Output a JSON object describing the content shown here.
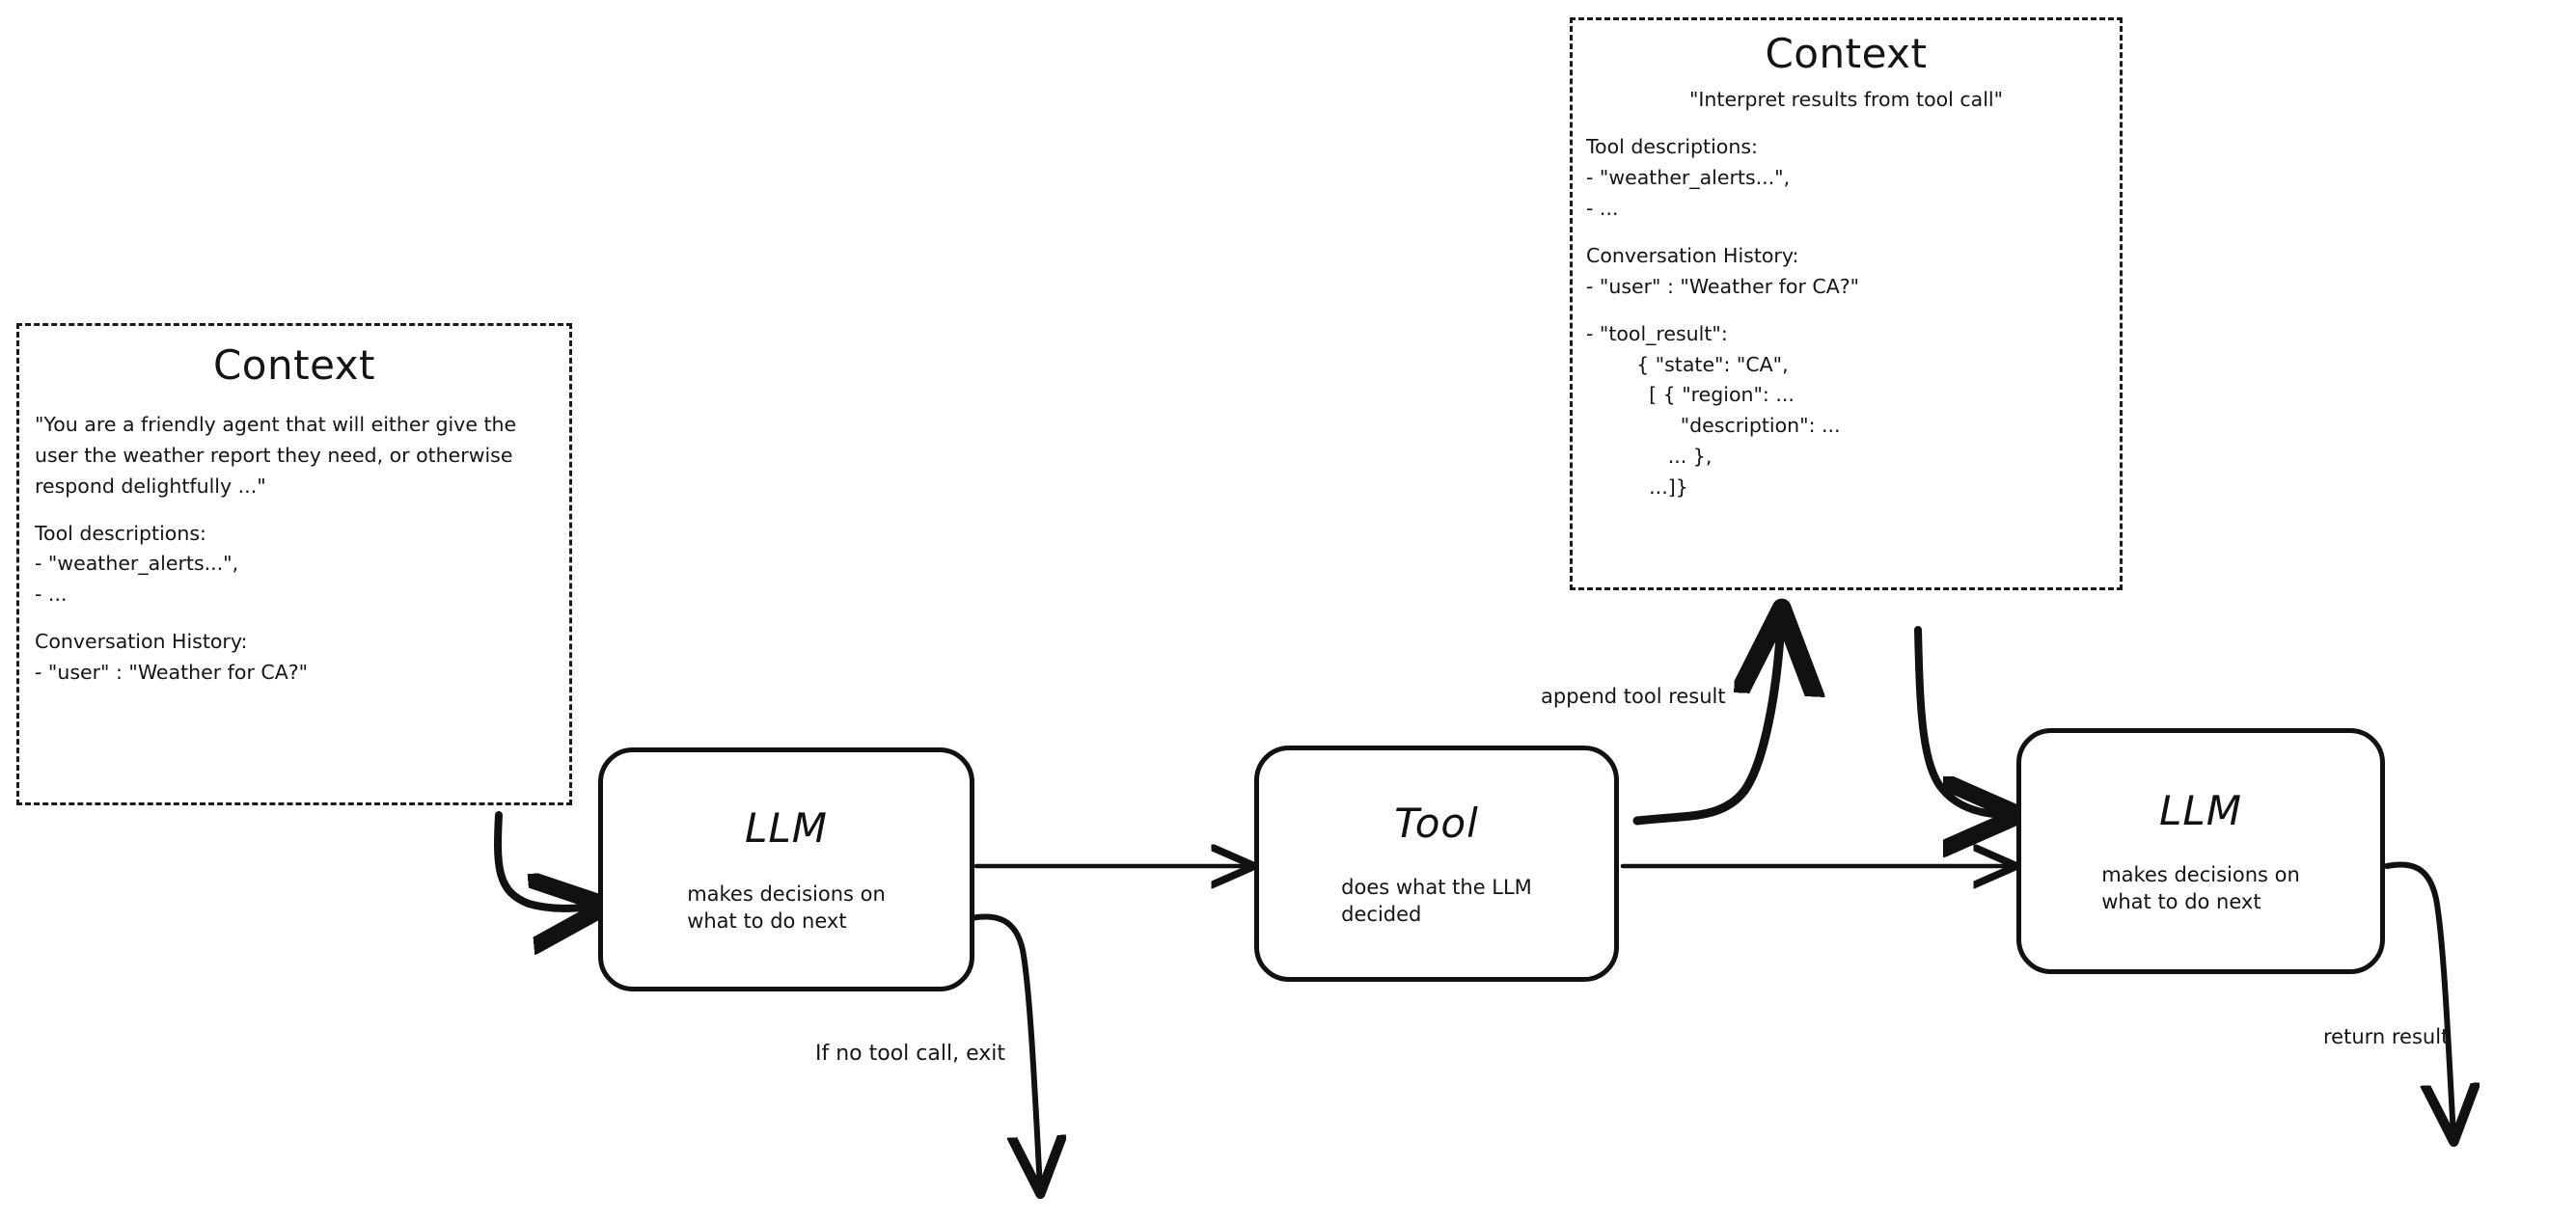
{
  "diagram": {
    "title": "Agent loop with LLM, Tool and Context",
    "stroke_color": "#111111",
    "text_color": "#141414",
    "background": "#ffffff"
  },
  "context_left": {
    "title": "Context",
    "system_prompt": "\"You are a friendly agent that will either give the user the weather report they need, or otherwise respond delightfully ...\"",
    "tool_descriptions_header": "Tool descriptions:",
    "tool_descriptions_items": [
      "- \"weather_alerts...\",",
      "- ..."
    ],
    "conversation_header": "Conversation History:",
    "conversation_items": [
      "- \"user\" : \"Weather for CA?\""
    ]
  },
  "context_right": {
    "title": "Context",
    "system_prompt": "\"Interpret results from tool call\"",
    "tool_descriptions_header": "Tool descriptions:",
    "tool_descriptions_items": [
      "- \"weather_alerts...\",",
      "- ..."
    ],
    "conversation_header": "Conversation History:",
    "conversation_items": [
      "- \"user\" : \"Weather for CA?\""
    ],
    "tool_result_header": "- \"tool_result\":",
    "tool_result_lines": [
      "        { \"state\": \"CA\",",
      "          [ { \"region\": ...",
      "               \"description\": ...",
      "             ... },",
      "          ...]}"
    ]
  },
  "nodes": [
    {
      "id": "llm-1",
      "title": "LLM",
      "subtitle": "makes decisions on\nwhat to do next"
    },
    {
      "id": "tool",
      "title": "Tool",
      "subtitle": "does what the LLM\ndecided"
    },
    {
      "id": "llm-2",
      "title": "LLM",
      "subtitle": "makes decisions on\nwhat to do next"
    }
  ],
  "edge_labels": {
    "exit": "If no tool call, exit",
    "append": "append tool result",
    "return": "return result"
  }
}
